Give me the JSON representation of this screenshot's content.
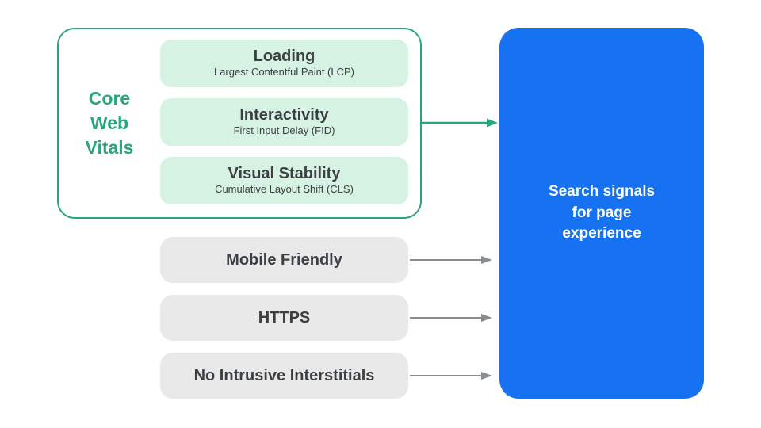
{
  "colors": {
    "teal": "#2ba57c",
    "light-green": "#d6f2e3",
    "gray-pill": "#e9e9ea",
    "blue": "#1772f2",
    "text-dark": "#3c4043",
    "arrow-gray": "#878d91",
    "white-text": "#ffffff"
  },
  "cwv": {
    "group_label": "Core Web Vitals",
    "metrics": [
      {
        "title": "Loading",
        "subtitle": "Largest Contentful Paint (LCP)"
      },
      {
        "title": "Interactivity",
        "subtitle": "First Input Delay (FID)"
      },
      {
        "title": "Visual Stability",
        "subtitle": "Cumulative Layout Shift (CLS)"
      }
    ]
  },
  "other_signals": [
    {
      "label": "Mobile Friendly"
    },
    {
      "label": "HTTPS"
    },
    {
      "label": "No Intrusive Interstitials"
    }
  ],
  "result": {
    "label": "Search signals for page experience"
  }
}
